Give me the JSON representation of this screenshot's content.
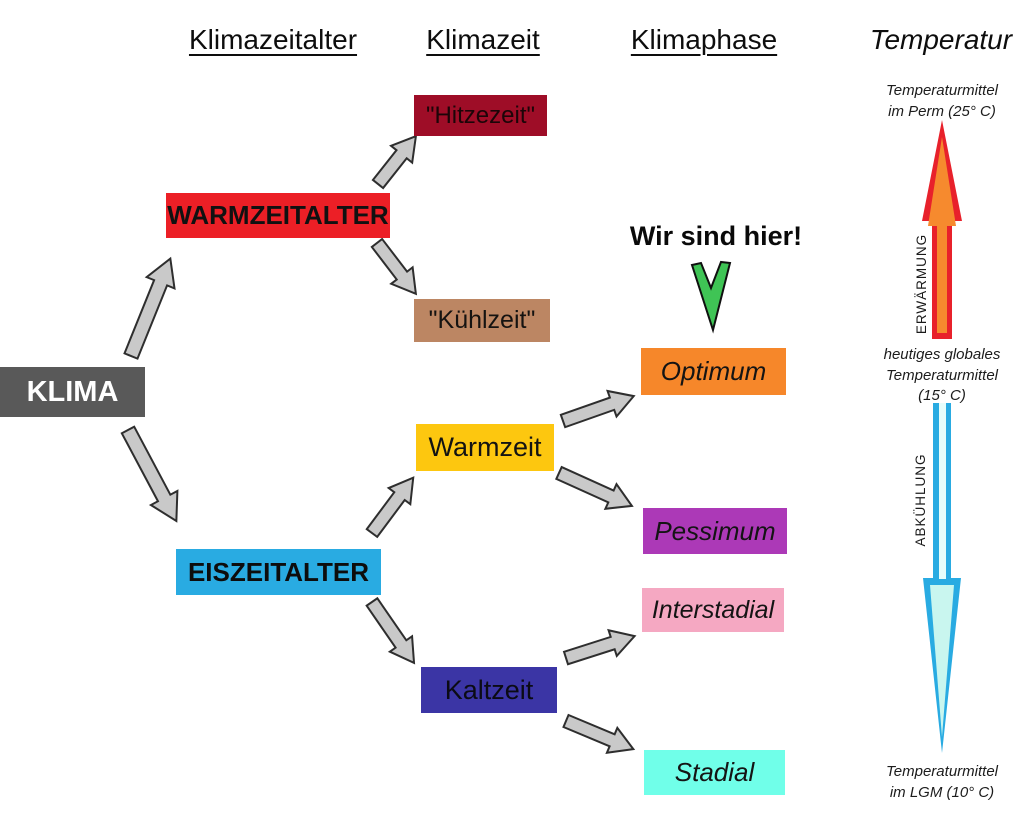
{
  "columns": [
    {
      "label": "Klimazeitalter"
    },
    {
      "label": "Klimazeit"
    },
    {
      "label": "Klimaphase"
    },
    {
      "label": "Temperatur"
    }
  ],
  "nodes": {
    "klima": {
      "label": "KLIMA",
      "bg": "#595959",
      "fg": "#ffffff"
    },
    "warmzeitalter": {
      "label": "WARMZEITALTER",
      "bg": "#ec1f26",
      "fg": "#111111"
    },
    "eiszeitalter": {
      "label": "EISZEITALTER",
      "bg": "#29abe2",
      "fg": "#0d0d0d"
    },
    "hitzezeit": {
      "label": "\"Hitzezeit\"",
      "bg": "#9e0d27",
      "fg": "#1c0508"
    },
    "kuehlzeit": {
      "label": "\"Kühlzeit\"",
      "bg": "#bc8663",
      "fg": "#151311"
    },
    "warmzeit": {
      "label": "Warmzeit",
      "bg": "#fdc70f",
      "fg": "#131313"
    },
    "kaltzeit": {
      "label": "Kaltzeit",
      "bg": "#3b35a5",
      "fg": "#0b0b14"
    },
    "optimum": {
      "label": "Optimum",
      "bg": "#f6872a",
      "fg": "#141414"
    },
    "pessimum": {
      "label": "Pessimum",
      "bg": "#ac39b7",
      "fg": "#141414"
    },
    "interstadial": {
      "label": "Interstadial",
      "bg": "#f5a8c2",
      "fg": "#141414"
    },
    "stadial": {
      "label": "Stadial",
      "bg": "#70ffe9",
      "fg": "#141414"
    }
  },
  "annotation": {
    "we_are_here": "Wir sind hier!"
  },
  "temperature_scale": {
    "top_lines": [
      "Temperaturmittel",
      "im Perm (25° C)"
    ],
    "warming_label": "ERWÄRMUNG",
    "middle_lines": [
      "heutiges globales",
      "Temperaturmittel",
      "(15° C)"
    ],
    "cooling_label": "ABKÜHLUNG",
    "bottom_lines": [
      "Temperaturmittel",
      "im LGM (10° C)"
    ]
  },
  "colors": {
    "connector_fill": "#c9c9c9",
    "connector_stroke": "#2e2e2e",
    "here_arrow_fill": "#3fc455",
    "here_arrow_stroke": "#101010",
    "warming_outer": "#e8212b",
    "warming_inner": "#f68a2e",
    "cooling_outer": "#29abe2",
    "cooling_inner_shaft": "#e6fdfb",
    "cooling_inner_head": "#c9f6ef"
  }
}
